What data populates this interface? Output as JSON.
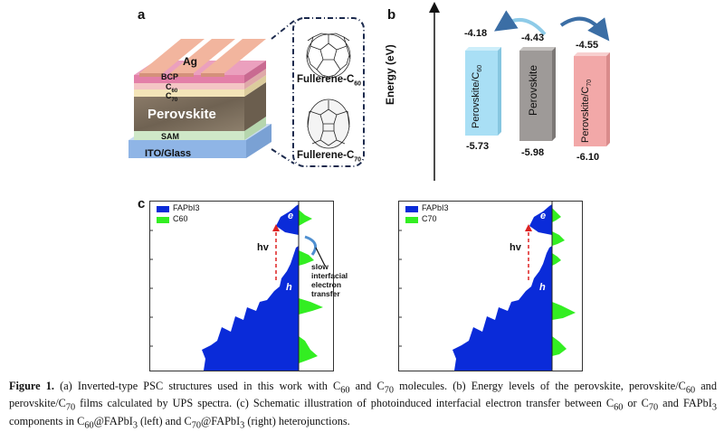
{
  "panel_a": {
    "letter": "a",
    "layers": [
      "Ag",
      "BCP",
      "C",
      "60",
      "C",
      "70",
      "Perovskite",
      "SAM",
      "ITO/Glass"
    ],
    "fullerene_c60": {
      "base": "Fullerene-C",
      "sub": "60"
    },
    "fullerene_c70": {
      "base": "Fullerene-C",
      "sub": "70"
    }
  },
  "panel_b": {
    "letter": "b",
    "ylabel": "Energy (eV)",
    "bars": [
      {
        "name": "Perovskite/C",
        "sub": "60",
        "top": "-4.18",
        "bottom": "-5.73",
        "color": "#a9dff5"
      },
      {
        "name": "Perovskite",
        "sub": "",
        "top": "-4.43",
        "bottom": "-5.98",
        "color": "#9e9a98"
      },
      {
        "name": "Perovskite/C",
        "sub": "70",
        "top": "-4.55",
        "bottom": "-6.10",
        "color": "#f2a8a8"
      }
    ]
  },
  "panel_c": {
    "letter": "c",
    "left": {
      "legend": [
        "FAPbI3",
        "C60"
      ]
    },
    "right": {
      "legend": [
        "FAPbI3",
        "C70"
      ]
    },
    "e_label": "e",
    "h_label": "h",
    "hv_label": "hv",
    "annotation": [
      "slow",
      "interfacial",
      "electron",
      "transfer"
    ],
    "colors": {
      "blue": "#0a2bd9",
      "green": "#33ee22"
    }
  },
  "caption": {
    "fig": "Figure 1.",
    "line1a": " (a) Inverted-type PSC structures used in this work with C",
    "s60a": "60",
    "line1b": " and C",
    "s70a": "70",
    "line1c": " molecules. (b) Energy levels of the perovskite, perovskite/C",
    "s60b": "60",
    "line1d": " and",
    "line2a": "perovskite/C",
    "s70b": "70",
    "line2b": " films calculated by UPS spectra. (c) Schematic illustration of photoinduced interfacial electron transfer between C",
    "s60c": "60",
    "line2c": " or C",
    "s70c": "70",
    "line2d": " and",
    "line3a": "FAPbI",
    "s3a": "3",
    "line3b": " components in C",
    "s60d": "60",
    "line3c": "@FAPbI",
    "s3b": "3",
    "line3d": " (left) and C",
    "s70d": "70",
    "line3e": "@FAPbI",
    "s3c": "3",
    "line3f": " (right) heterojunctions."
  }
}
